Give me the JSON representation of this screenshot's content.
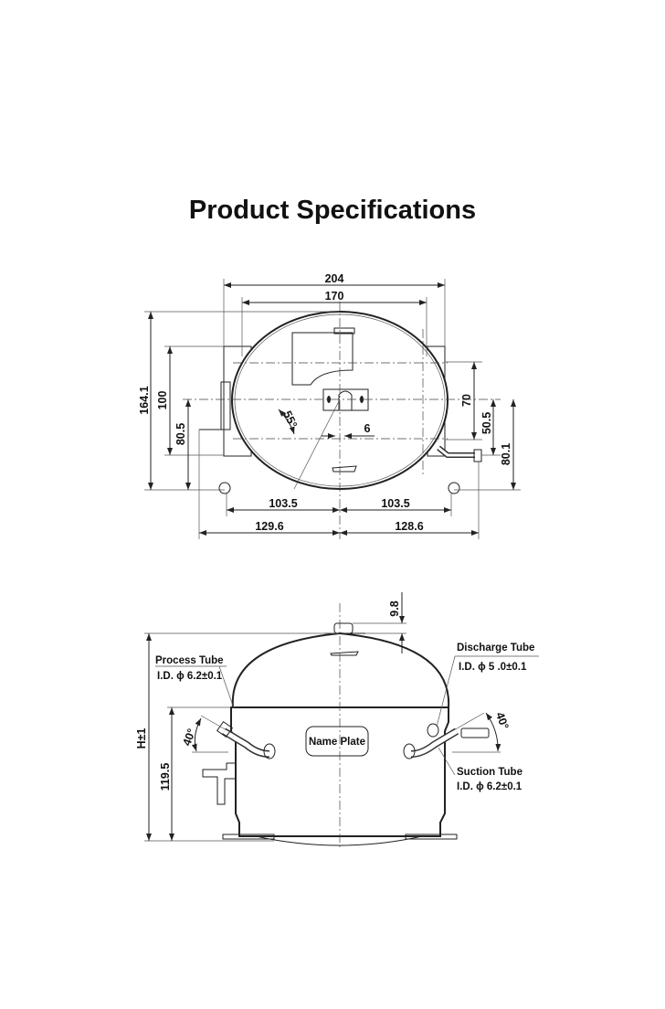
{
  "title": "Product Specifications",
  "top_view": {
    "dimensions": {
      "overall_width": "204",
      "body_width": "170",
      "overall_height": "164.1",
      "bracket_height": "100",
      "left_center_height": "80.5",
      "right_upper": "70",
      "right_middle": "50.5",
      "right_lower": "80.1",
      "angle": "55°",
      "slot_width": "6",
      "left_foot_offset": "103.5",
      "right_foot_offset": "103.5",
      "left_tube_offset": "129.6",
      "right_tube_offset": "128.6"
    }
  },
  "side_view": {
    "dimensions": {
      "total_height": "H±1",
      "belt_height": "119.5",
      "top_cap": "9.8",
      "left_angle": "40°",
      "right_angle": "40°"
    },
    "name_plate": "Name Plate",
    "process_tube": {
      "label": "Process Tube",
      "spec": "I.D. ϕ 6.2±0.1"
    },
    "discharge_tube": {
      "label": "Discharge Tube",
      "spec": "I.D. ϕ 5 .0±0.1"
    },
    "suction_tube": {
      "label": "Suction Tube",
      "spec": "I.D. ϕ 6.2±0.1"
    }
  }
}
